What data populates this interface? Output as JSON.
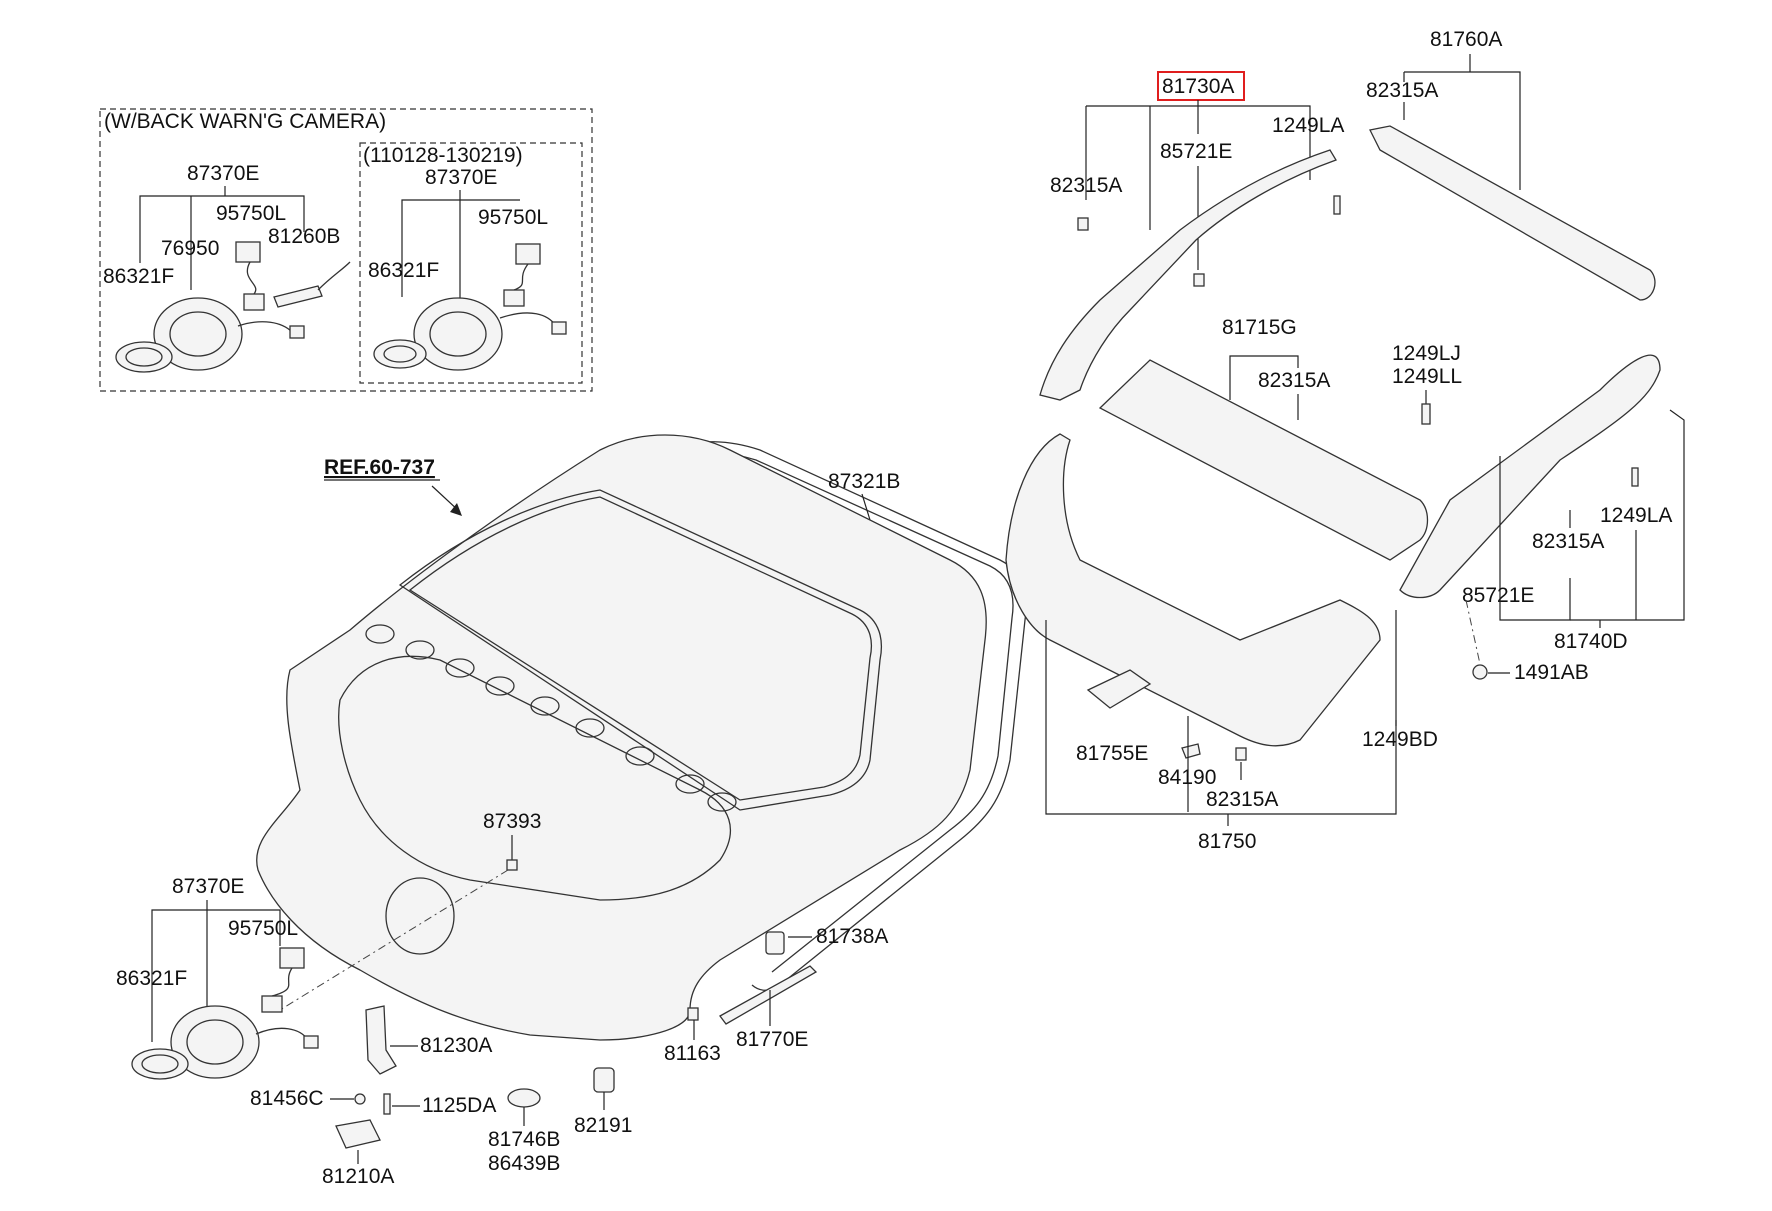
{
  "camera_box": {
    "title": "(W/BACK WARN'G CAMERA)",
    "sub_period": "(110128-130219)"
  },
  "ref_label": "REF.60-737",
  "highlight_part": "81730A",
  "labels": {
    "p87370E_a": "87370E",
    "p95750L_a": "95750L",
    "p76950": "76950",
    "p81260B": "81260B",
    "p86321F_a": "86321F",
    "p87370E_b": "87370E",
    "p95750L_b": "95750L",
    "p86321F_b": "86321F",
    "p87321B": "87321B",
    "p87393": "87393",
    "p87370E_c": "87370E",
    "p95750L_c": "95750L",
    "p86321F_c": "86321F",
    "p81738A": "81738A",
    "p81230A": "81230A",
    "p81456C": "81456C",
    "p1125DA": "1125DA",
    "p81210A": "81210A",
    "p81746B": "81746B",
    "p86439B": "86439B",
    "p82191": "82191",
    "p81163": "81163",
    "p81770E": "81770E",
    "p81760A": "81760A",
    "p82315A_a": "82315A",
    "p1249LA_a": "1249LA",
    "p85721E_a": "85721E",
    "p82315A_b": "82315A",
    "p81715G": "81715G",
    "p82315A_c": "82315A",
    "p1249LJ": "1249LJ",
    "p1249LL": "1249LL",
    "p1249LA_b": "1249LA",
    "p82315A_d": "82315A",
    "p85721E_b": "85721E",
    "p81740D": "81740D",
    "p1491AB": "1491AB",
    "p81755E": "81755E",
    "p84190": "84190",
    "p82315A_e": "82315A",
    "p1249BD": "1249BD",
    "p81750": "81750"
  }
}
